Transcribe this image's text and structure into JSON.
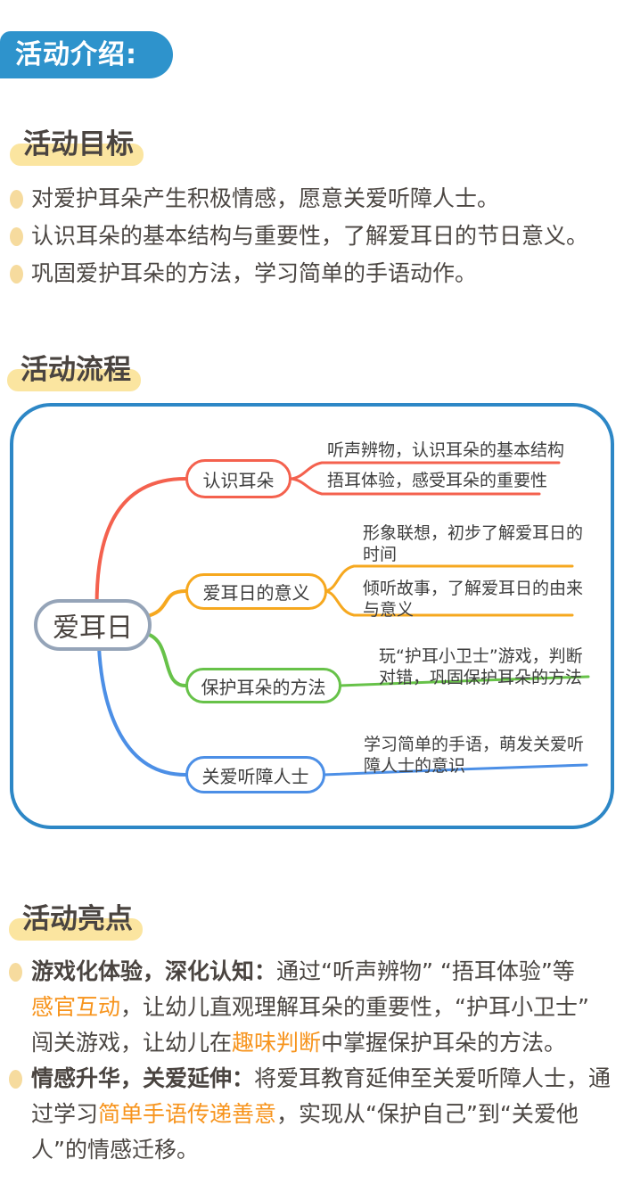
{
  "colors": {
    "badge-bg": "#2E93CC",
    "badge-text": "#FFFFFF",
    "panel-border": "#2D87C6",
    "heading-text": "#4A4440",
    "body-text": "#4B4642",
    "node-text": "#3E3E3E",
    "root-border": "#95A4B8",
    "highlight": "#FBE5A0",
    "dot": "#F6DB9E",
    "orange": "#F7941D"
  },
  "header": {
    "badge_label": "活动介绍:"
  },
  "goals": {
    "heading": "活动目标",
    "items": [
      "对爱护耳朵产生积极情感，愿意关爱听障人士。",
      "认识耳朵的基本结构与重要性，了解爱耳日的节日意义。",
      "巩固爱护耳朵的方法，学习简单的手语动作。"
    ]
  },
  "flow": {
    "heading": "活动流程",
    "mindmap": {
      "root_label": "爱耳日",
      "branches": [
        {
          "label": "认识耳朵",
          "color": "#F4614E",
          "leaves": [
            [
              "听声辨物，认识耳朵的基本结构"
            ],
            [
              "捂耳体验，感受耳朵的重要性"
            ]
          ]
        },
        {
          "label": "爱耳日的意义",
          "color": "#F6A81F",
          "leaves": [
            [
              "形象联想，初步了解爱耳日的",
              "时间"
            ],
            [
              "倾听故事，了解爱耳日的由来",
              "与意义"
            ]
          ]
        },
        {
          "label": "保护耳朵的方法",
          "color": "#67C249",
          "leaves": [
            [
              "玩“护耳小卫士”游戏，判断",
              "对错，巩固保护耳朵的方法"
            ]
          ]
        },
        {
          "label": "关爱听障人士",
          "color": "#4C8FE6",
          "leaves": [
            [
              "学习简单的手语，萌发关爱听",
              "障人士的意识"
            ]
          ]
        }
      ]
    }
  },
  "highlights": {
    "heading": "活动亮点",
    "items": [
      {
        "lines": [
          [
            {
              "t": "游戏化体验，深化认知：",
              "s": "bold"
            },
            {
              "t": "通过“听声辨物” “捂耳体验”等",
              "s": ""
            }
          ],
          [
            {
              "t": "感官互动",
              "s": "orange"
            },
            {
              "t": "，让幼儿直观理解耳朵的重要性，“护耳小卫士”",
              "s": ""
            }
          ],
          [
            {
              "t": "闯关游戏，让幼儿在",
              "s": ""
            },
            {
              "t": "趣味判断",
              "s": "orange"
            },
            {
              "t": "中掌握保护耳朵的方法。",
              "s": ""
            }
          ]
        ]
      },
      {
        "lines": [
          [
            {
              "t": "情感升华，关爱延伸：",
              "s": "bold"
            },
            {
              "t": "将爱耳教育延伸至关爱听障人士，通",
              "s": ""
            }
          ],
          [
            {
              "t": "过学习",
              "s": ""
            },
            {
              "t": "简单手语传递善意",
              "s": "orange"
            },
            {
              "t": "，实现从“保护自己”到“关爱他",
              "s": ""
            }
          ],
          [
            {
              "t": "人”的情感迁移。",
              "s": ""
            }
          ]
        ]
      }
    ]
  }
}
